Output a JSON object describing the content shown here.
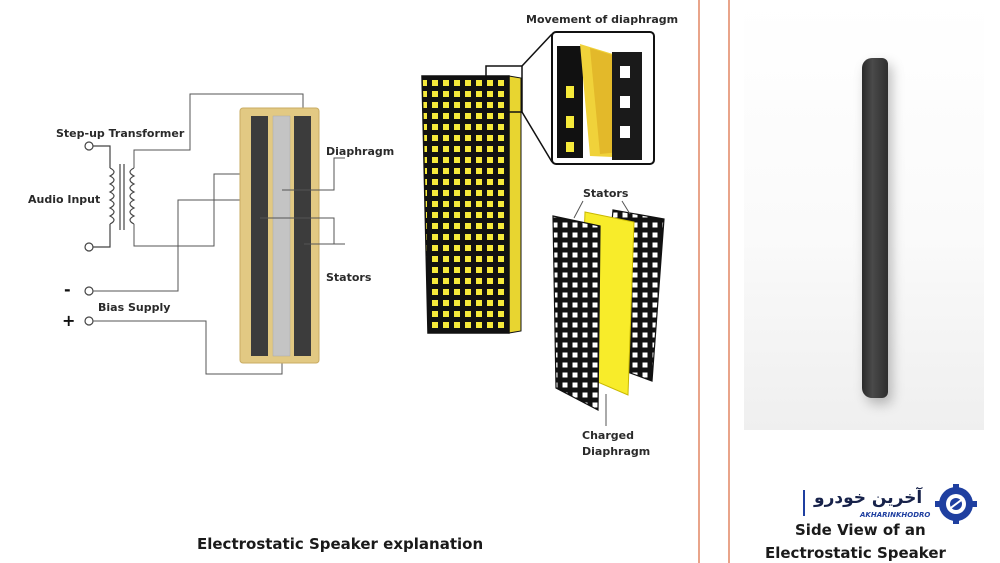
{
  "left_panel": {
    "labels": {
      "step_up_transformer": "Step-up Transformer",
      "audio_input": "Audio Input",
      "bias_supply": "Bias Supply",
      "minus": "-",
      "plus": "+",
      "diaphragm": "Diaphragm",
      "stators": "Stators",
      "movement_of_diaphragm": "Movement of diaphragm",
      "stators_exploded": "Stators",
      "charged_diaphragm_line1": "Charged",
      "charged_diaphragm_line2": "Diaphragm"
    },
    "caption": "Electrostatic Speaker explanation"
  },
  "right_panel": {
    "caption_line1": "Side View of an",
    "caption_line2": "Electrostatic Speaker",
    "logo": {
      "text": "آخرین خودرو",
      "subtext": "AKHARINKHODRO"
    }
  },
  "colors": {
    "divider": "#e9a48a",
    "grid_yellow": "#f6ea3a",
    "frame_gold": "#e2c983",
    "stator_dark": "#3a3a3a",
    "diaphragm_gray": "#bdbdbd"
  }
}
